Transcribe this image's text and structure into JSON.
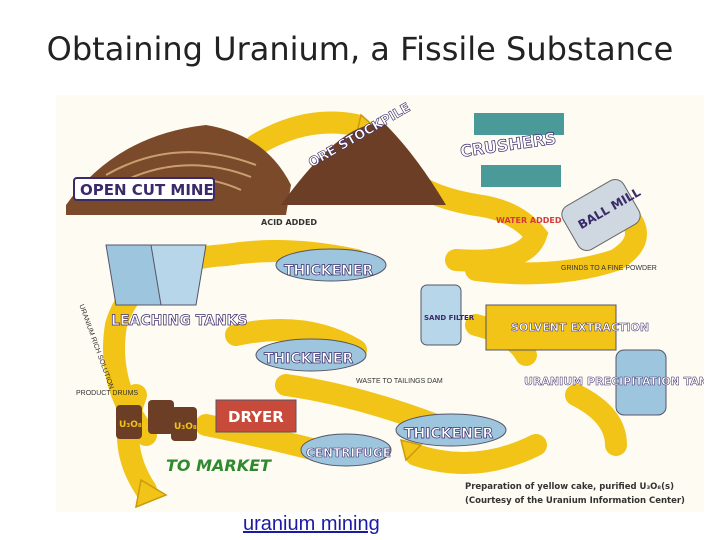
{
  "slide": {
    "title": "Obtaining Uranium, a Fissile Substance",
    "link_text": "uranium mining"
  },
  "caption": {
    "line1": "Preparation of yellow cake, purified U₃O₈(s)",
    "line2": "(Courtesy of the Uranium Information Center)"
  },
  "diagram": {
    "labels": {
      "open_cut_mine": "OPEN CUT MINE",
      "ore_stockpile": "ORE STOCKPILE",
      "crushers": "CRUSHERS",
      "ball_mill": "BALL MILL",
      "water_added": "WATER ADDED",
      "grinds_to_powder": "GRINDS TO A FINE POWDER",
      "acid_added": "ACID ADDED",
      "thickener": "THICKENER",
      "leaching_tanks": "LEACHING TANKS",
      "uranium_rich_solution": "URANIUM RICH SOLUTION",
      "sand_filter": "SAND FILTER",
      "solvent_extraction": "SOLVENT EXTRACTION",
      "waste_to_tailings_dam": "WASTE TO TAILINGS DAM",
      "uranium_precipitation_tank": "URANIUM PRECIPITATION TANK",
      "product_drums": "PRODUCT DRUMS",
      "dryer": "DRYER",
      "centrifuge": "CENTRIFUGE",
      "to_market": "TO MARKET",
      "drum_mark": "U₃O₈"
    }
  },
  "colors": {
    "arrow": "#f2c418",
    "arrow_edge": "#c99a0c",
    "tank": "#9ec5de",
    "ground": "#7a4a2a",
    "label_fill": "#ffffff",
    "label_edge": "#3a2a6a",
    "market": "#2f8a2f"
  }
}
